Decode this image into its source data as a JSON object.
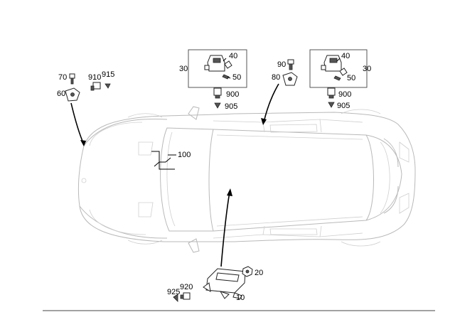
{
  "labels": {
    "l70": "70",
    "l910": "910",
    "l915": "915",
    "l60": "60",
    "l30_left": "30",
    "l40_left": "40",
    "l50_left": "50",
    "l900_left": "900",
    "l905_left": "905",
    "l90": "90",
    "l80": "80",
    "l40_right": "40",
    "l30_right": "30",
    "l50_right": "50",
    "l900_right": "900",
    "l905_right": "905",
    "l100": "100",
    "l20": "20",
    "l925": "925",
    "l920": "920",
    "l10": "10"
  },
  "icons": {
    "car": "car-topview-outline",
    "airbag_control_unit": "control-unit-icon",
    "sensor": "impact-sensor-icon",
    "screw": "screw-icon",
    "nut": "nut-icon",
    "plug": "connector-plug-icon"
  },
  "colors": {
    "line": "#000000",
    "car_outline": "#b9b9b9",
    "background": "#ffffff"
  }
}
